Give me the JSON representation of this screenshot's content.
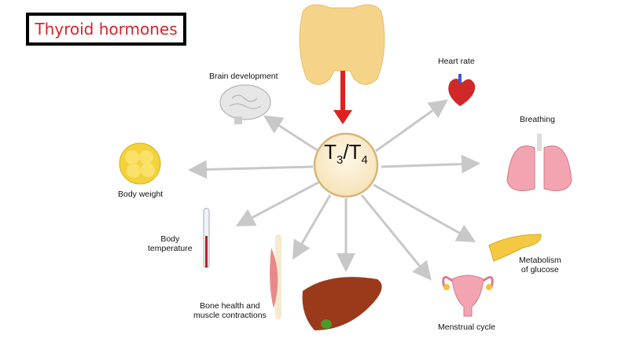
{
  "title": "Thyroid hormones",
  "center": {
    "t3": "T",
    "t3_sub": "3",
    "sep": "/",
    "t4": "T",
    "t4_sub": "4"
  },
  "labels": {
    "brain": "Brain development",
    "heart": "Heart rate",
    "breathing": "Breathing",
    "body_weight": "Body weight",
    "body_temp_1": "Body",
    "body_temp_2": "temperature",
    "bone_1": "Bone health and",
    "bone_2": "muscle contractions",
    "glucose_1": "Metabolism",
    "glucose_2": "of glucose",
    "menstrual": "Menstrual cycle"
  },
  "colors": {
    "title": "#d8232a",
    "arrow_main": "#e02020",
    "arrows": "#c8c8c8",
    "center_fill": "#faeccb"
  }
}
